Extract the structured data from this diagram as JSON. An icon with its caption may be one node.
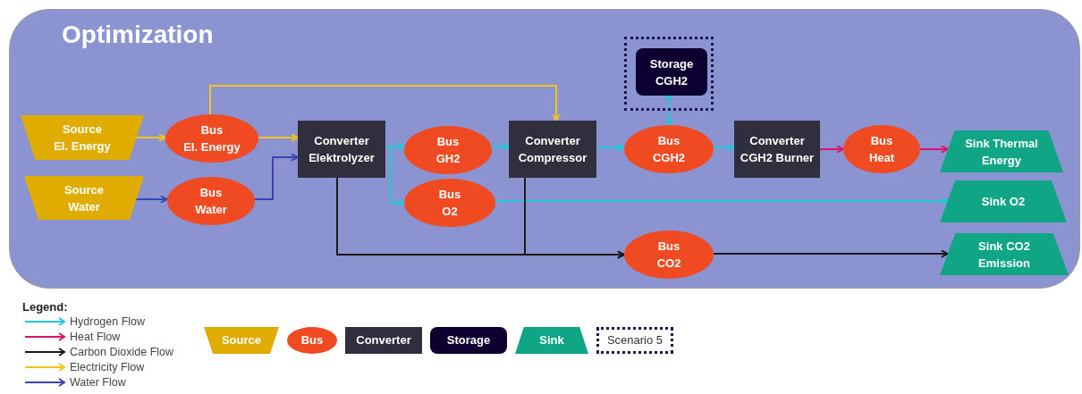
{
  "diagram": {
    "title": "Optimization",
    "nodes": [
      {
        "text": [],
        "shape": "box"
      },
      {
        "text": [
          "Source",
          "El. Energy"
        ],
        "in": 0
      },
      {
        "text": [
          "Source",
          "Water"
        ],
        "in": 0
      },
      {
        "text": [
          "Bus",
          "El. Energy"
        ],
        "in": 0
      },
      {
        "text": [
          "Bus",
          "Water"
        ],
        "in": 0
      },
      {
        "text": [
          "Converter",
          "Elektrolyzer"
        ],
        "in": 0
      },
      {
        "text": [
          "Bus",
          "GH2"
        ],
        "in": 0
      },
      {
        "text": [
          "Bus",
          "O2"
        ],
        "in": 0
      },
      {
        "text": [
          "Converter",
          "Compressor"
        ],
        "in": 0
      },
      {
        "text": [],
        "shape": "box",
        "in": 0
      },
      {
        "text": [
          "Storage",
          "CGH2"
        ],
        "in": 9
      },
      {
        "text": [
          "Bus",
          "CGH2"
        ],
        "in": 0
      },
      {
        "text": [
          "Converter",
          "CGH2 Burner"
        ],
        "in": 0
      },
      {
        "text": [
          "Bus",
          "Heat"
        ],
        "in": 0
      },
      {
        "text": [
          "Sink Thermal Energy"
        ],
        "in": 0
      },
      {
        "text": [
          "Sink O2"
        ],
        "in": 0
      },
      {
        "text": [
          "Bus",
          "CO2"
        ],
        "in": 0
      },
      {
        "text": [
          "Sink CO2 Emission"
        ],
        "in": 0
      }
    ],
    "edges": [
      {
        "from": 1,
        "to": 3,
        "arrow": "to",
        "color": "#f2c318"
      },
      {
        "from": 3,
        "to": 5,
        "arrow": "to",
        "color": "#f2c318"
      },
      {
        "from": 3,
        "to": 8,
        "arrow": "to",
        "color": "#f2c318"
      },
      {
        "from": 2,
        "to": 4,
        "arrow": "to",
        "color": "#3b44b5"
      },
      {
        "from": 4,
        "to": 5,
        "arrow": "to",
        "color": "#3b44b5"
      },
      {
        "from": 5,
        "to": 6,
        "arrow": "to"
      },
      {
        "from": 5,
        "to": 7,
        "arrow": "to"
      },
      {
        "from": 6,
        "to": 8,
        "arrow": "to"
      },
      {
        "from": 8,
        "to": 11,
        "arrow": "to"
      },
      {
        "from": 11,
        "to": 10,
        "arrow": "both"
      },
      {
        "from": 11,
        "to": 12,
        "arrow": "to"
      },
      {
        "from": 12,
        "to": 13,
        "arrow": "to",
        "color": "#d9156b"
      },
      {
        "from": 13,
        "to": 14,
        "arrow": "to",
        "color": "#d9156b"
      },
      {
        "from": 7,
        "to": 15,
        "arrow": "to"
      },
      {
        "from": 5,
        "to": 16,
        "arrow": "to",
        "color": "#1b1b1b"
      },
      {
        "from": 8,
        "to": 16,
        "arrow": "to",
        "color": "#1b1b1b"
      },
      {
        "from": 16,
        "to": 17,
        "arrow": "to",
        "color": "#1b1b1b"
      }
    ],
    "labels": [
      "Legend:"
    ],
    "legend": [
      {
        "text": "Hydrogen Flow"
      },
      {
        "text": "Heat Flow"
      },
      {
        "text": "Carbon Dioxide Flow"
      },
      {
        "text": "Electricity Flow"
      },
      {
        "text": "Water Flow"
      },
      {
        "text": "Source"
      },
      {
        "text": "Bus"
      },
      {
        "text": "Converter"
      },
      {
        "text": "Storage"
      },
      {
        "text": "Sink"
      },
      {
        "text": "Scenario 5"
      }
    ]
  }
}
